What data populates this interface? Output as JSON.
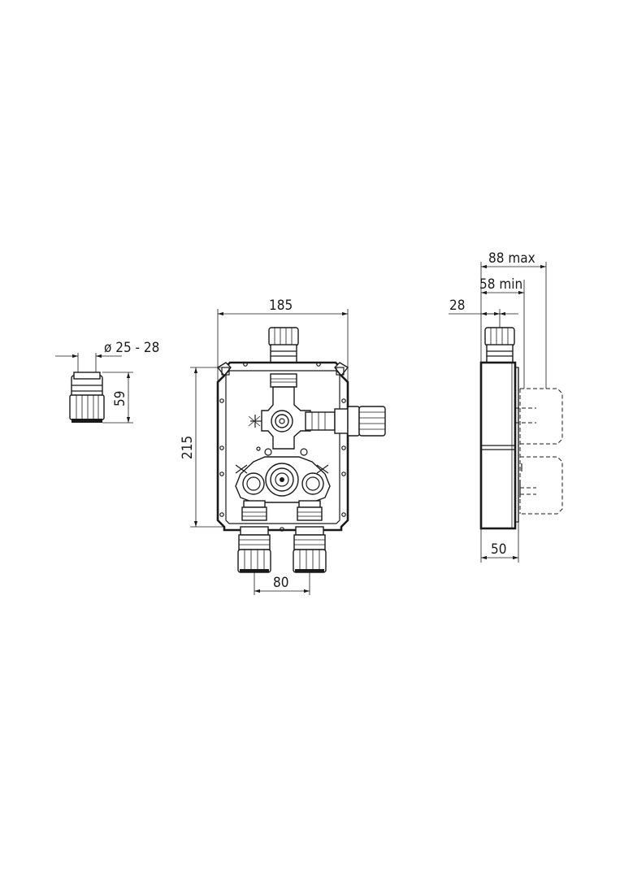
{
  "dimensions": {
    "fitting_diameter": "ø 25 - 28",
    "fitting_height": "59",
    "body_width": "185",
    "body_height": "215",
    "outlet_spacing": "80",
    "depth_max": "88 max",
    "depth_min": "58 min",
    "plate_depth": "28",
    "body_depth": "50"
  }
}
